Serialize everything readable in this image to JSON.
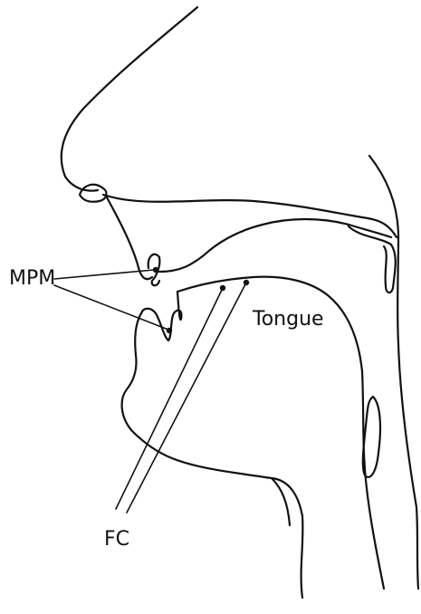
{
  "labels": {
    "mpm": "MPM",
    "tongue": "Tongue",
    "fc": "FC"
  },
  "colors": {
    "ink": "#111111",
    "background": "#ffffff"
  }
}
